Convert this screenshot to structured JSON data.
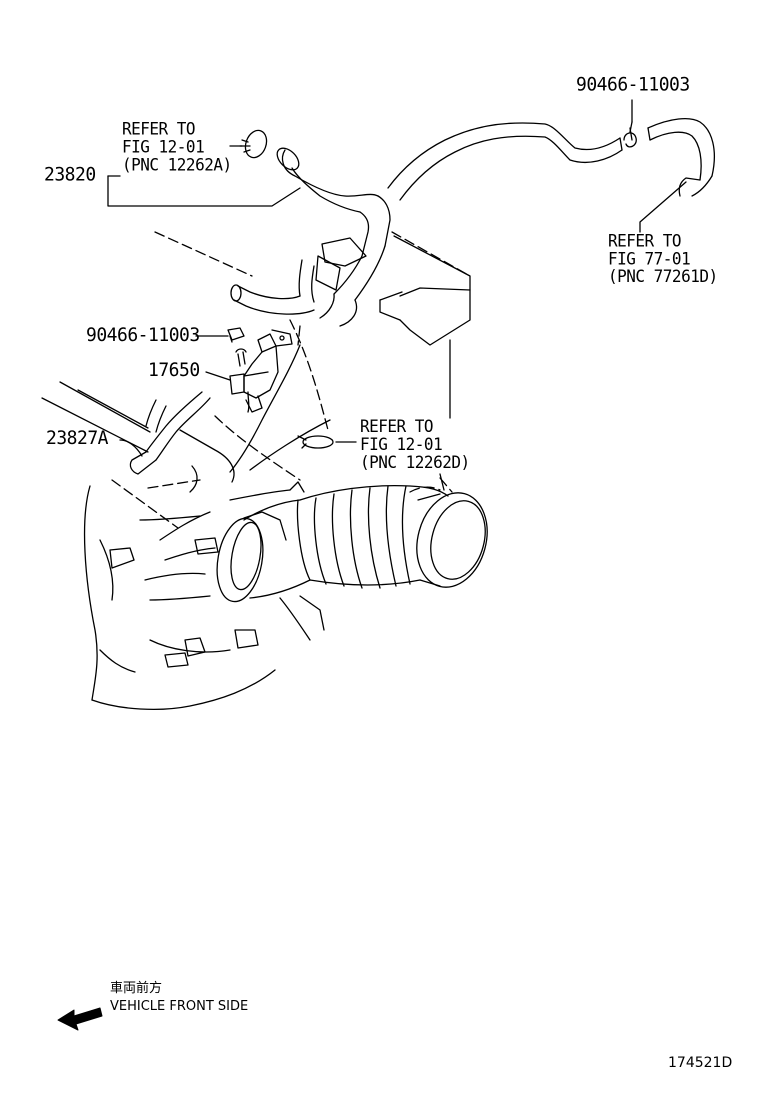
{
  "callouts": {
    "clip_top_right": "90466-11003",
    "ref_fig12_a": [
      "REFER TO",
      "FIG 12-01",
      "(PNC 12262A)"
    ],
    "hose_main": "23820",
    "ref_fig77": [
      "REFER TO",
      "FIG 77-01",
      "(PNC 77261D)"
    ],
    "clip_left": "90466-11003",
    "vsv": "17650",
    "hose_small": "23827A",
    "ref_fig12_d": [
      "REFER TO",
      "FIG 12-01",
      "(PNC 12262D)"
    ]
  },
  "direction": {
    "japanese": "車両前方",
    "english": "VEHICLE FRONT SIDE"
  },
  "illustration_code": "174521D"
}
